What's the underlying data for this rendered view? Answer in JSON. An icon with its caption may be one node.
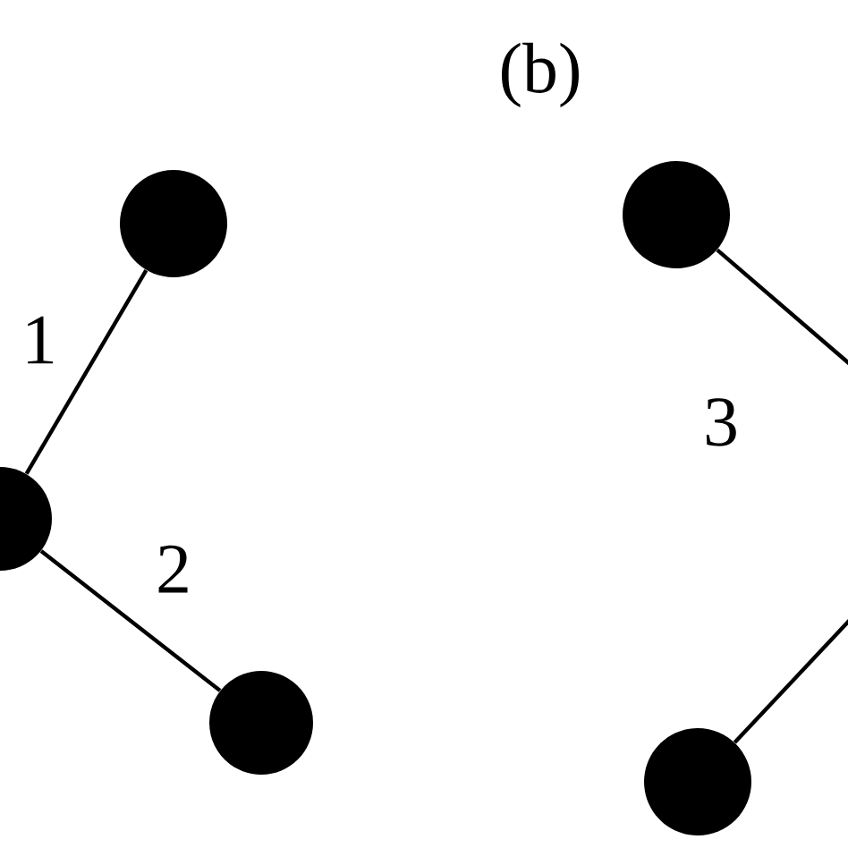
{
  "diagram": {
    "nodes": [
      {
        "text": [],
        "shape": "circle"
      },
      {
        "text": [],
        "shape": "circle"
      },
      {
        "text": [],
        "shape": "circle"
      },
      {
        "text": [],
        "shape": "circle"
      },
      {
        "text": [],
        "shape": "circle"
      }
    ],
    "edges": [
      {
        "from": 0,
        "to": 1,
        "arrow": "none",
        "label": "1"
      },
      {
        "from": 0,
        "to": 2,
        "arrow": "none",
        "label": "2"
      },
      {
        "from": 3,
        "to": null,
        "arrow": "none",
        "label": "3"
      },
      {
        "from": 4,
        "to": null,
        "arrow": "none"
      }
    ],
    "labels": [
      "(b)"
    ]
  }
}
